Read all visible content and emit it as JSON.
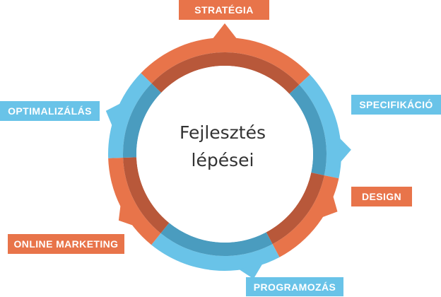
{
  "diagram": {
    "center_title_line1": "Fejlesztés",
    "center_title_line2": "lépései",
    "colors": {
      "orange": "#E8744A",
      "orange_dark": "#B8583A",
      "blue": "#69C3E8",
      "blue_dark": "#4A9CBF",
      "label_text": "#FFFFFF",
      "center_text": "#333333"
    },
    "stages": [
      {
        "key": "strategia",
        "label": "STRATÉGIA",
        "color": "orange"
      },
      {
        "key": "specifikacio",
        "label": "SPECIFIKÁCIÓ",
        "color": "blue"
      },
      {
        "key": "design",
        "label": "DESIGN",
        "color": "orange"
      },
      {
        "key": "programozas",
        "label": "PROGRAMOZÁS",
        "color": "blue"
      },
      {
        "key": "online-marketing",
        "label": "ONLINE MARKETING",
        "color": "orange"
      },
      {
        "key": "optimalizalas",
        "label": "OPTIMALIZÁLÁS",
        "color": "blue"
      }
    ]
  }
}
